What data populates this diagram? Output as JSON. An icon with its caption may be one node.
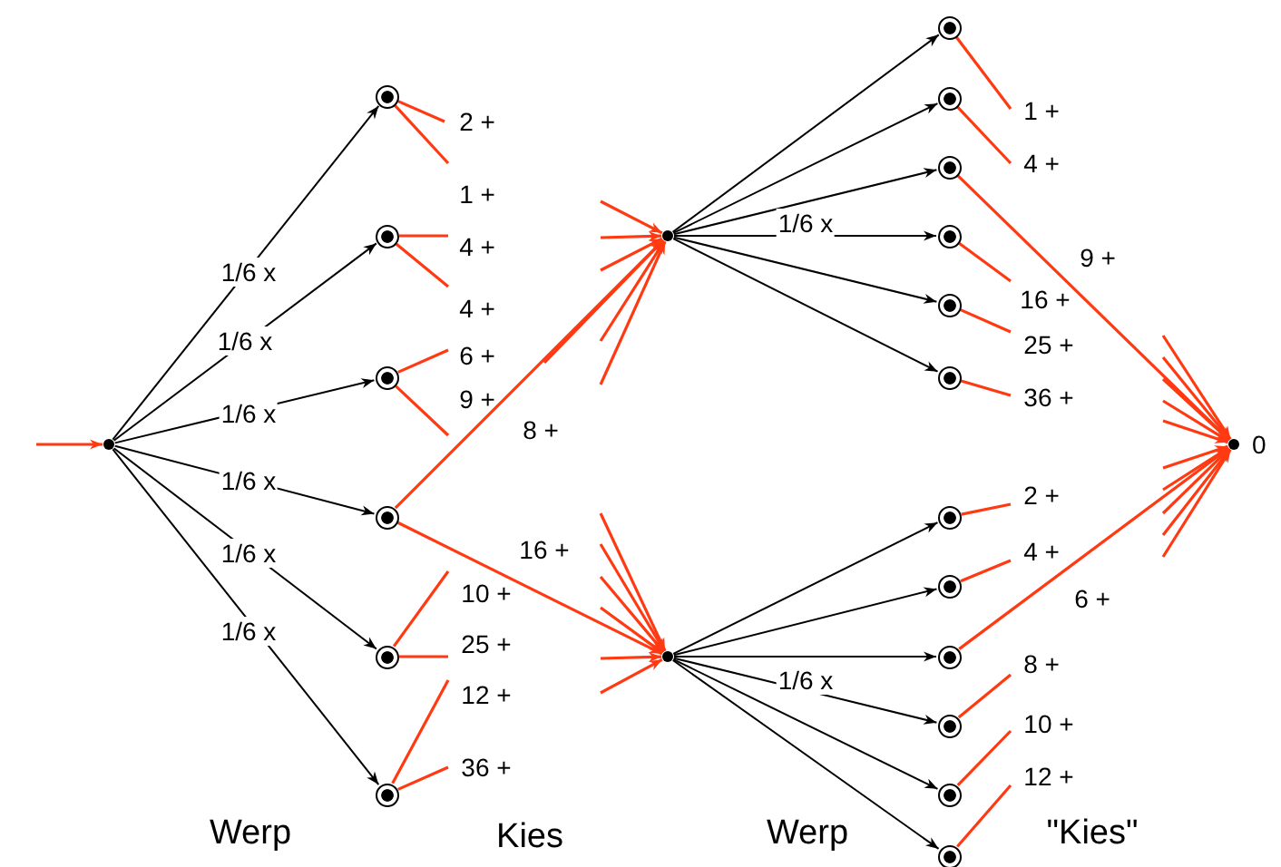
{
  "diagram": {
    "nodes": [
      {
        "text": [],
        "shape": "dot"
      },
      {
        "text": [],
        "shape": "circle"
      },
      {
        "text": [],
        "shape": "circle"
      },
      {
        "text": [],
        "shape": "circle"
      },
      {
        "text": [],
        "shape": "circle"
      },
      {
        "text": [],
        "shape": "circle"
      },
      {
        "text": [],
        "shape": "circle"
      },
      {
        "text": [],
        "shape": "dot"
      },
      {
        "text": [],
        "shape": "dot"
      },
      {
        "text": [],
        "shape": "circle"
      },
      {
        "text": [],
        "shape": "circle"
      },
      {
        "text": [],
        "shape": "circle"
      },
      {
        "text": [],
        "shape": "circle"
      },
      {
        "text": [],
        "shape": "circle"
      },
      {
        "text": [],
        "shape": "circle"
      },
      {
        "text": [],
        "shape": "circle"
      },
      {
        "text": [],
        "shape": "circle"
      },
      {
        "text": [],
        "shape": "circle"
      },
      {
        "text": [],
        "shape": "circle"
      },
      {
        "text": [],
        "shape": "circle"
      },
      {
        "text": [],
        "shape": "circle"
      },
      {
        "text": [],
        "shape": "dot",
        "beside": [
          "0"
        ]
      }
    ],
    "edges": [
      {
        "from": null,
        "to": 0,
        "arrow": "to"
      },
      {
        "from": 0,
        "to": 1,
        "arrow": "to",
        "label": "1/6 x",
        "color": "#000000"
      },
      {
        "from": 0,
        "to": 2,
        "arrow": "to",
        "label": "1/6 x",
        "color": "#000000"
      },
      {
        "from": 0,
        "to": 3,
        "arrow": "to",
        "label": "1/6 x",
        "color": "#000000"
      },
      {
        "from": 0,
        "to": 4,
        "arrow": "to",
        "label": "1/6 x",
        "color": "#000000"
      },
      {
        "from": 0,
        "to": 5,
        "arrow": "to",
        "label": "1/6 x",
        "color": "#000000"
      },
      {
        "from": 0,
        "to": 6,
        "arrow": "to",
        "label": "1/6 x",
        "color": "#000000"
      },
      {
        "from": 7,
        "to": 9,
        "arrow": "to",
        "color": "#000000"
      },
      {
        "from": 7,
        "to": 10,
        "arrow": "to",
        "color": "#000000"
      },
      {
        "from": 7,
        "to": 11,
        "arrow": "to",
        "color": "#000000"
      },
      {
        "from": 7,
        "to": 12,
        "arrow": "to",
        "label": "1/6 x",
        "color": "#000000"
      },
      {
        "from": 7,
        "to": 13,
        "arrow": "to",
        "color": "#000000"
      },
      {
        "from": 7,
        "to": 14,
        "arrow": "to",
        "color": "#000000"
      },
      {
        "from": 8,
        "to": 15,
        "arrow": "to",
        "color": "#000000"
      },
      {
        "from": 8,
        "to": 16,
        "arrow": "to",
        "color": "#000000"
      },
      {
        "from": 8,
        "to": 17,
        "arrow": "to",
        "color": "#000000"
      },
      {
        "from": 8,
        "to": 18,
        "arrow": "to",
        "label": "1/6 x",
        "color": "#000000"
      },
      {
        "from": 8,
        "to": 19,
        "arrow": "to",
        "color": "#000000"
      },
      {
        "from": 8,
        "to": 20,
        "arrow": "to",
        "color": "#000000"
      },
      {
        "from": 1,
        "to": null,
        "arrow": "none",
        "label": "2 +"
      },
      {
        "from": 1,
        "to": null,
        "arrow": "none",
        "label": "1 +"
      },
      {
        "from": 2,
        "to": null,
        "arrow": "none",
        "label": "4 +"
      },
      {
        "from": 2,
        "to": null,
        "arrow": "none",
        "label": "4 +"
      },
      {
        "from": 3,
        "to": null,
        "arrow": "none",
        "label": "6 +"
      },
      {
        "from": 3,
        "to": null,
        "arrow": "none",
        "label": "9 +"
      },
      {
        "from": 5,
        "to": null,
        "arrow": "none",
        "label": "10 +"
      },
      {
        "from": 5,
        "to": null,
        "arrow": "none",
        "label": "25 +"
      },
      {
        "from": 6,
        "to": null,
        "arrow": "none",
        "label": "12 +"
      },
      {
        "from": 6,
        "to": null,
        "arrow": "none",
        "label": "36 +"
      },
      {
        "from": 4,
        "to": 7,
        "arrow": "to",
        "label": "8 +"
      },
      {
        "from": 4,
        "to": 8,
        "arrow": "to",
        "label": "16 +"
      },
      {
        "from": null,
        "to": 7,
        "arrow": "to"
      },
      {
        "from": null,
        "to": 7,
        "arrow": "to"
      },
      {
        "from": null,
        "to": 7,
        "arrow": "to"
      },
      {
        "from": null,
        "to": 7,
        "arrow": "to"
      },
      {
        "from": null,
        "to": 7,
        "arrow": "to"
      },
      {
        "from": null,
        "to": 7,
        "arrow": "to"
      },
      {
        "from": null,
        "to": 8,
        "arrow": "to"
      },
      {
        "from": null,
        "to": 8,
        "arrow": "to"
      },
      {
        "from": null,
        "to": 8,
        "arrow": "to"
      },
      {
        "from": null,
        "to": 8,
        "arrow": "to"
      },
      {
        "from": null,
        "to": 8,
        "arrow": "to"
      },
      {
        "from": null,
        "to": 8,
        "arrow": "to"
      },
      {
        "from": 9,
        "to": null,
        "arrow": "none",
        "label": "1 +"
      },
      {
        "from": 10,
        "to": null,
        "arrow": "none",
        "label": "4 +"
      },
      {
        "from": 12,
        "to": null,
        "arrow": "none",
        "label": "16 +"
      },
      {
        "from": 13,
        "to": null,
        "arrow": "none",
        "label": "25 +"
      },
      {
        "from": 14,
        "to": null,
        "arrow": "none",
        "label": "36 +"
      },
      {
        "from": 15,
        "to": null,
        "arrow": "none",
        "label": "2 +"
      },
      {
        "from": 16,
        "to": null,
        "arrow": "none",
        "label": "4 +"
      },
      {
        "from": 18,
        "to": null,
        "arrow": "none",
        "label": "8 +"
      },
      {
        "from": 19,
        "to": null,
        "arrow": "none",
        "label": "10 +"
      },
      {
        "from": 20,
        "to": null,
        "arrow": "none",
        "label": "12 +"
      },
      {
        "from": 11,
        "to": 21,
        "arrow": "to",
        "label": "9 +"
      },
      {
        "from": 17,
        "to": 21,
        "arrow": "to",
        "label": "6 +"
      },
      {
        "from": null,
        "to": 21,
        "arrow": "to"
      },
      {
        "from": null,
        "to": 21,
        "arrow": "to"
      },
      {
        "from": null,
        "to": 21,
        "arrow": "to"
      },
      {
        "from": null,
        "to": 21,
        "arrow": "to"
      },
      {
        "from": null,
        "to": 21,
        "arrow": "to"
      },
      {
        "from": null,
        "to": 21,
        "arrow": "to"
      },
      {
        "from": null,
        "to": 21,
        "arrow": "to"
      },
      {
        "from": null,
        "to": 21,
        "arrow": "to"
      },
      {
        "from": null,
        "to": 21,
        "arrow": "to"
      },
      {
        "from": null,
        "to": 21,
        "arrow": "to"
      }
    ],
    "labels": [
      "Werp",
      "Kies",
      "Werp",
      "\"Kies\""
    ]
  }
}
